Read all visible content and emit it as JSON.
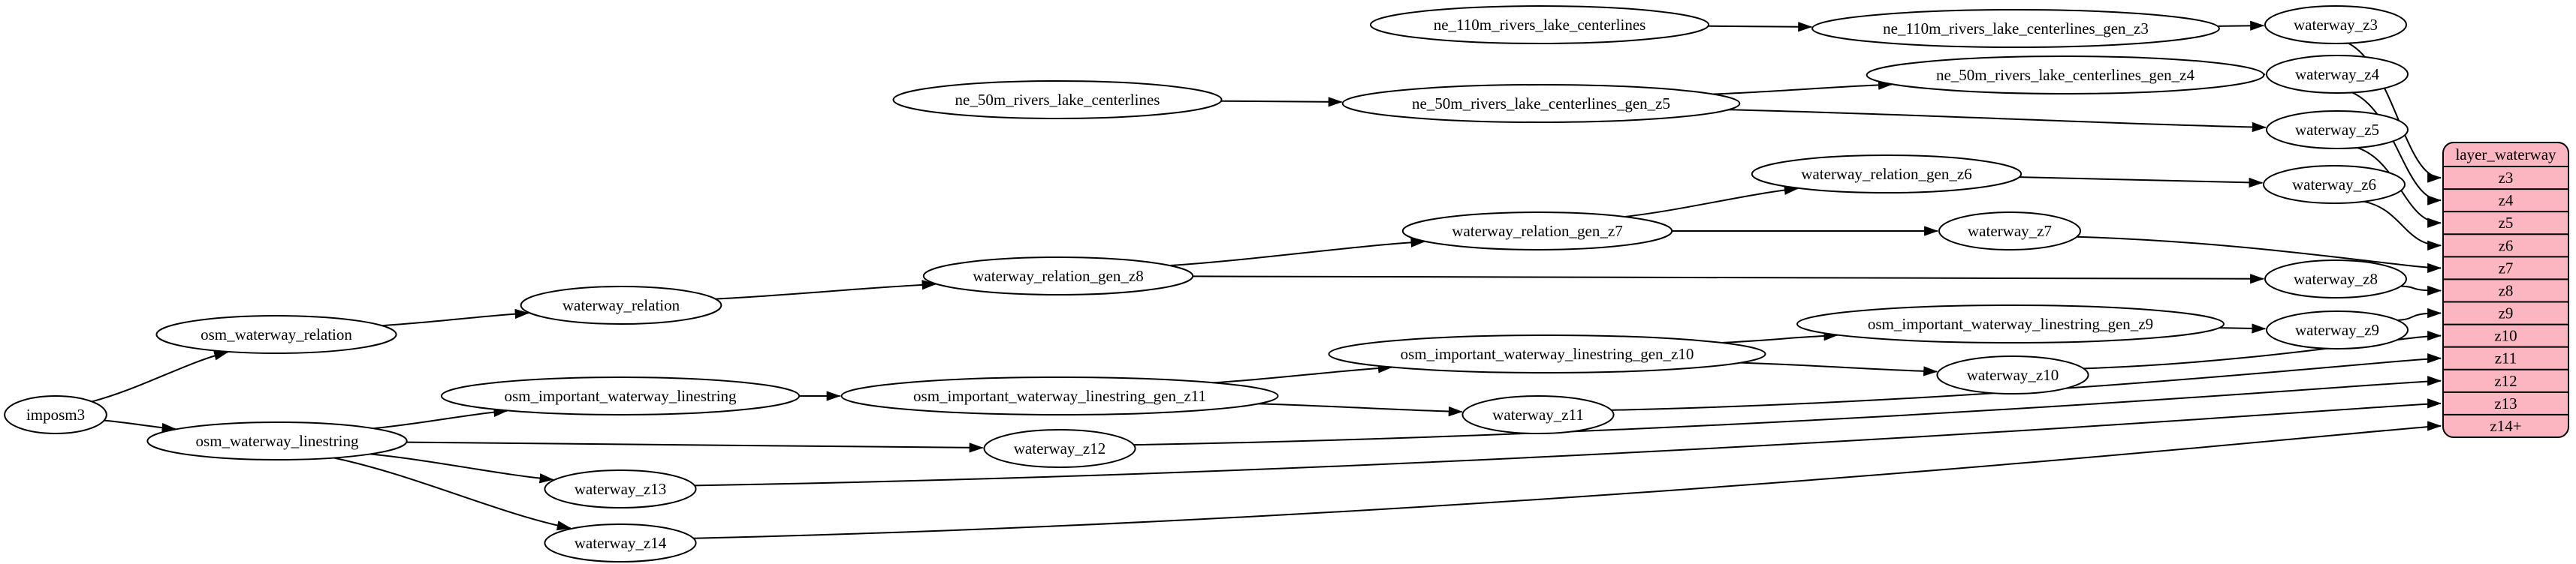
{
  "diagram": {
    "type": "etl-dataflow-graph",
    "background": "#ffffff",
    "node_fill": "#ffffff",
    "node_stroke": "#000000",
    "edge_color": "#000000",
    "record_fill": "#fbb6c1",
    "nodes": [
      {
        "id": "imposm3",
        "label": "imposm3"
      },
      {
        "id": "osm_waterway_relation",
        "label": "osm_waterway_relation"
      },
      {
        "id": "waterway_relation",
        "label": "waterway_relation"
      },
      {
        "id": "waterway_relation_gen_z8",
        "label": "waterway_relation_gen_z8"
      },
      {
        "id": "waterway_relation_gen_z7",
        "label": "waterway_relation_gen_z7"
      },
      {
        "id": "waterway_relation_gen_z6",
        "label": "waterway_relation_gen_z6"
      },
      {
        "id": "osm_waterway_linestring",
        "label": "osm_waterway_linestring"
      },
      {
        "id": "osm_important_waterway_linestring",
        "label": "osm_important_waterway_linestring"
      },
      {
        "id": "osm_important_waterway_linestring_gen_z11",
        "label": "osm_important_waterway_linestring_gen_z11"
      },
      {
        "id": "osm_important_waterway_linestring_gen_z10",
        "label": "osm_important_waterway_linestring_gen_z10"
      },
      {
        "id": "osm_important_waterway_linestring_gen_z9",
        "label": "osm_important_waterway_linestring_gen_z9"
      },
      {
        "id": "ne_110m_rivers_lake_centerlines",
        "label": "ne_110m_rivers_lake_centerlines"
      },
      {
        "id": "ne_110m_rivers_lake_centerlines_gen_z3",
        "label": "ne_110m_rivers_lake_centerlines_gen_z3"
      },
      {
        "id": "ne_50m_rivers_lake_centerlines",
        "label": "ne_50m_rivers_lake_centerlines"
      },
      {
        "id": "ne_50m_rivers_lake_centerlines_gen_z5",
        "label": "ne_50m_rivers_lake_centerlines_gen_z5"
      },
      {
        "id": "ne_50m_rivers_lake_centerlines_gen_z4",
        "label": "ne_50m_rivers_lake_centerlines_gen_z4"
      },
      {
        "id": "waterway_z3",
        "label": "waterway_z3"
      },
      {
        "id": "waterway_z4",
        "label": "waterway_z4"
      },
      {
        "id": "waterway_z5",
        "label": "waterway_z5"
      },
      {
        "id": "waterway_z6",
        "label": "waterway_z6"
      },
      {
        "id": "waterway_z7",
        "label": "waterway_z7"
      },
      {
        "id": "waterway_z8",
        "label": "waterway_z8"
      },
      {
        "id": "waterway_z9",
        "label": "waterway_z9"
      },
      {
        "id": "waterway_z10",
        "label": "waterway_z10"
      },
      {
        "id": "waterway_z11",
        "label": "waterway_z11"
      },
      {
        "id": "waterway_z12",
        "label": "waterway_z12"
      },
      {
        "id": "waterway_z13",
        "label": "waterway_z13"
      },
      {
        "id": "waterway_z14",
        "label": "waterway_z14"
      }
    ],
    "record": {
      "id": "layer_waterway",
      "title": "layer_waterway",
      "rows": [
        "z3",
        "z4",
        "z5",
        "z6",
        "z7",
        "z8",
        "z9",
        "z10",
        "z11",
        "z12",
        "z13",
        "z14+"
      ]
    },
    "edges": [
      [
        "ne_110m_rivers_lake_centerlines",
        "ne_110m_rivers_lake_centerlines_gen_z3"
      ],
      [
        "ne_110m_rivers_lake_centerlines_gen_z3",
        "waterway_z3"
      ],
      [
        "waterway_z3",
        "layer_waterway:z3"
      ],
      [
        "ne_50m_rivers_lake_centerlines",
        "ne_50m_rivers_lake_centerlines_gen_z5"
      ],
      [
        "ne_50m_rivers_lake_centerlines_gen_z5",
        "ne_50m_rivers_lake_centerlines_gen_z4"
      ],
      [
        "ne_50m_rivers_lake_centerlines_gen_z4",
        "waterway_z4"
      ],
      [
        "waterway_z4",
        "layer_waterway:z4"
      ],
      [
        "ne_50m_rivers_lake_centerlines_gen_z5",
        "waterway_z5"
      ],
      [
        "waterway_z5",
        "layer_waterway:z5"
      ],
      [
        "imposm3",
        "osm_waterway_relation"
      ],
      [
        "osm_waterway_relation",
        "waterway_relation"
      ],
      [
        "waterway_relation",
        "waterway_relation_gen_z8"
      ],
      [
        "waterway_relation_gen_z8",
        "waterway_relation_gen_z7"
      ],
      [
        "waterway_relation_gen_z7",
        "waterway_relation_gen_z6"
      ],
      [
        "waterway_relation_gen_z6",
        "waterway_z6"
      ],
      [
        "waterway_z6",
        "layer_waterway:z6"
      ],
      [
        "waterway_relation_gen_z7",
        "waterway_z7"
      ],
      [
        "waterway_z7",
        "layer_waterway:z7"
      ],
      [
        "waterway_relation_gen_z8",
        "waterway_z8"
      ],
      [
        "waterway_z8",
        "layer_waterway:z8"
      ],
      [
        "imposm3",
        "osm_waterway_linestring"
      ],
      [
        "osm_waterway_linestring",
        "osm_important_waterway_linestring"
      ],
      [
        "osm_important_waterway_linestring",
        "osm_important_waterway_linestring_gen_z11"
      ],
      [
        "osm_important_waterway_linestring_gen_z11",
        "osm_important_waterway_linestring_gen_z10"
      ],
      [
        "osm_important_waterway_linestring_gen_z10",
        "osm_important_waterway_linestring_gen_z9"
      ],
      [
        "osm_important_waterway_linestring_gen_z9",
        "waterway_z9"
      ],
      [
        "waterway_z9",
        "layer_waterway:z9"
      ],
      [
        "osm_important_waterway_linestring_gen_z10",
        "waterway_z10"
      ],
      [
        "waterway_z10",
        "layer_waterway:z10"
      ],
      [
        "osm_important_waterway_linestring_gen_z11",
        "waterway_z11"
      ],
      [
        "waterway_z11",
        "layer_waterway:z11"
      ],
      [
        "osm_waterway_linestring",
        "waterway_z12"
      ],
      [
        "waterway_z12",
        "layer_waterway:z12"
      ],
      [
        "osm_waterway_linestring",
        "waterway_z13"
      ],
      [
        "waterway_z13",
        "layer_waterway:z13"
      ],
      [
        "osm_waterway_linestring",
        "waterway_z14"
      ],
      [
        "waterway_z14",
        "layer_waterway:z14+"
      ]
    ]
  }
}
